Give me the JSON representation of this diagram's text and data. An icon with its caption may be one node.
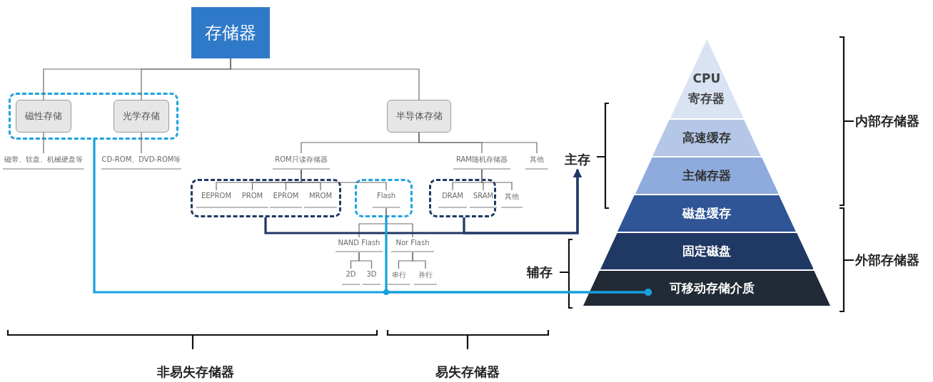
{
  "diagram": {
    "nodes": [
      {
        "text": [
          "存储器"
        ]
      },
      {
        "text": [],
        "shape": "box"
      },
      {
        "text": [
          "磁性存储"
        ],
        "in": 1
      },
      {
        "text": [
          "光学存储"
        ],
        "in": 1
      },
      {
        "text": [
          "半导体存储"
        ]
      },
      {
        "text": [
          "磁带、软盘、机械硬盘等"
        ]
      },
      {
        "text": [
          "CD-ROM、DVD-ROM等"
        ]
      },
      {
        "text": [
          "ROM只读存储器"
        ]
      },
      {
        "text": [
          "RAM随机存储器"
        ]
      },
      {
        "text": [
          "其他"
        ]
      },
      {
        "text": [],
        "shape": "box"
      },
      {
        "text": [
          "EEPROM"
        ],
        "in": 10
      },
      {
        "text": [
          "PROM"
        ],
        "in": 10
      },
      {
        "text": [
          "EPROM"
        ],
        "in": 10
      },
      {
        "text": [
          "MROM"
        ],
        "in": 10
      },
      {
        "text": [],
        "shape": "box"
      },
      {
        "text": [
          "Flash"
        ],
        "in": 15
      },
      {
        "text": [],
        "shape": "box"
      },
      {
        "text": [
          "DRAM"
        ],
        "in": 17
      },
      {
        "text": [
          "SRAM"
        ],
        "in": 17
      },
      {
        "text": [
          "其他"
        ]
      },
      {
        "text": [
          "NAND Flash"
        ]
      },
      {
        "text": [
          "Nor Flash"
        ]
      },
      {
        "text": [
          "2D"
        ]
      },
      {
        "text": [
          "3D"
        ]
      },
      {
        "text": [
          "串行"
        ]
      },
      {
        "text": [
          "并行"
        ]
      },
      {
        "text": [
          "主存"
        ]
      },
      {
        "text": [
          "CPU 寄存器"
        ]
      },
      {
        "text": [
          "高速缓存"
        ]
      },
      {
        "text": [
          "主储存器"
        ]
      },
      {
        "text": [
          "磁盘缓存"
        ]
      },
      {
        "text": [
          "固定磁盘"
        ]
      },
      {
        "text": [
          "可移动存储介质"
        ]
      }
    ],
    "edges": [
      {
        "from": 0,
        "to": 2,
        "arrow": "none"
      },
      {
        "from": 0,
        "to": 3,
        "arrow": "none"
      },
      {
        "from": 0,
        "to": 4,
        "arrow": "none"
      },
      {
        "from": 2,
        "to": 5,
        "arrow": "none"
      },
      {
        "from": 3,
        "to": 6,
        "arrow": "none"
      },
      {
        "from": 4,
        "to": 7,
        "arrow": "none"
      },
      {
        "from": 4,
        "to": 8,
        "arrow": "none"
      },
      {
        "from": 4,
        "to": 9,
        "arrow": "none"
      },
      {
        "from": 7,
        "to": 11,
        "arrow": "none"
      },
      {
        "from": 7,
        "to": 12,
        "arrow": "none"
      },
      {
        "from": 7,
        "to": 13,
        "arrow": "none"
      },
      {
        "from": 7,
        "to": 14,
        "arrow": "none"
      },
      {
        "from": 7,
        "to": 16,
        "arrow": "none"
      },
      {
        "from": 8,
        "to": 18,
        "arrow": "none"
      },
      {
        "from": 8,
        "to": 19,
        "arrow": "none"
      },
      {
        "from": 8,
        "to": 20,
        "arrow": "none"
      },
      {
        "from": 16,
        "to": 21,
        "arrow": "none"
      },
      {
        "from": 16,
        "to": 22,
        "arrow": "none"
      },
      {
        "from": 21,
        "to": 23,
        "arrow": "none"
      },
      {
        "from": 21,
        "to": 24,
        "arrow": "none"
      },
      {
        "from": 22,
        "to": 25,
        "arrow": "none"
      },
      {
        "from": 22,
        "to": 26,
        "arrow": "none"
      },
      {
        "from": 10,
        "to": 27,
        "arrow": "to",
        "style": "thick",
        "color": "#1f3864"
      },
      {
        "from": 17,
        "to": 27,
        "arrow": "to",
        "style": "thick",
        "color": "#1f3864"
      },
      {
        "from": 1,
        "to": 33,
        "arrow": "other",
        "style": "thick",
        "color": "#16a0e0"
      },
      {
        "from": 15,
        "to": 33,
        "arrow": "other",
        "style": "thick",
        "color": "#16a0e0"
      }
    ],
    "labels": [
      "辅存",
      "内部存储器",
      "外部存储器",
      "非易失存储器",
      "易失存储器"
    ]
  }
}
